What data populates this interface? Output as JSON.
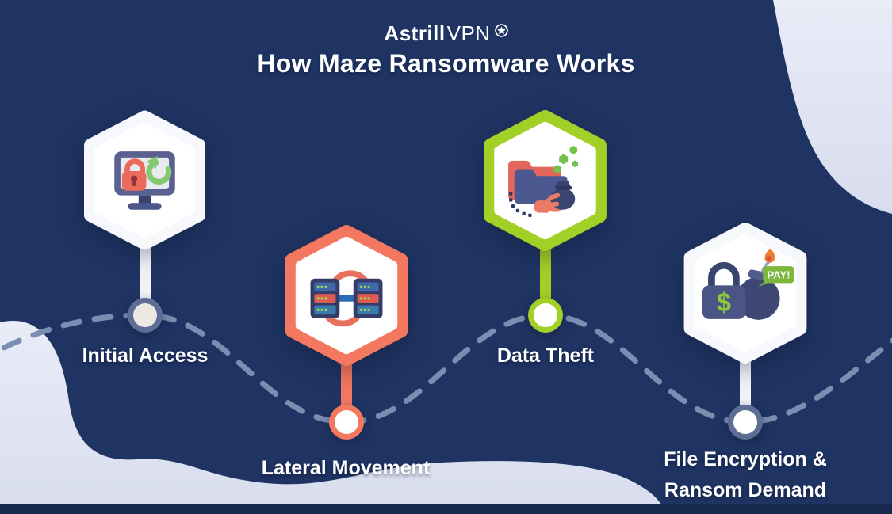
{
  "brand": {
    "bold": "Astrill",
    "light": "VPN",
    "badge_icon": "star-badge-icon"
  },
  "title": "How Maze Ransomware Works",
  "colors": {
    "background": "#1f3463",
    "background_blob": "#e2e6f3",
    "footer_bar": "#18294e",
    "dashed_path": "#7b8db0",
    "label_text": "#ffffff",
    "coral_accent": "#f4785f",
    "lime_accent": "#a3d026",
    "white_accent": "#f7f8fc"
  },
  "steps": [
    {
      "label": "Initial Access",
      "accent": "#f7f8fc",
      "ring": "#5d6d94",
      "node_fill": "#ece9e3",
      "icon": "monitor-lock-icon"
    },
    {
      "label": "Lateral Movement",
      "accent": "#f4785f",
      "ring": "#f4785f",
      "node_fill": "#ffffff",
      "icon": "server-sync-icon"
    },
    {
      "label": "Data Theft",
      "accent": "#a3d026",
      "ring": "#a3d026",
      "node_fill": "#ffffff",
      "icon": "folder-steal-icon"
    },
    {
      "label": "File Encryption & Ransom Demand",
      "accent": "#f7f8fc",
      "ring": "#5d6d94",
      "node_fill": "#ffffff",
      "icon": "lock-bomb-icon",
      "bubble_text": "PAY!",
      "lock_symbol": "$"
    }
  ]
}
